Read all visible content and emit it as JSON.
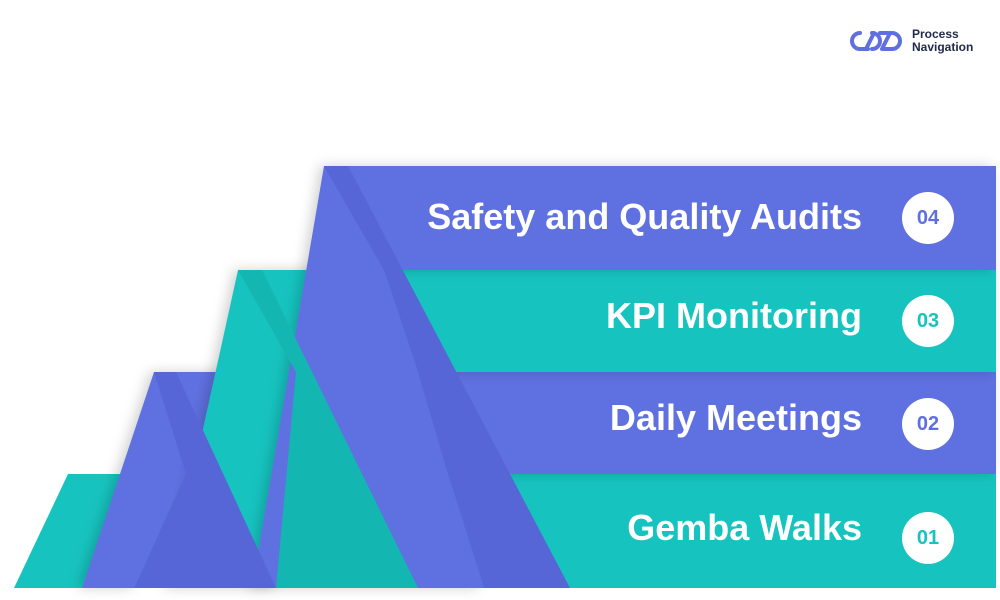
{
  "brand": {
    "logo_icon": "infinity-chain-icon",
    "line1": "Process",
    "line2": "Navigation"
  },
  "colors": {
    "purple": "#5f6fe0",
    "teal": "#17c3bf",
    "white": "#ffffff",
    "dark_text": "#232a4a"
  },
  "steps": [
    {
      "number": "04",
      "label": "Safety and Quality Audits",
      "color": "purple"
    },
    {
      "number": "03",
      "label": "KPI Monitoring",
      "color": "teal"
    },
    {
      "number": "02",
      "label": "Daily Meetings",
      "color": "purple"
    },
    {
      "number": "01",
      "label": "Gemba Walks",
      "color": "teal"
    }
  ]
}
